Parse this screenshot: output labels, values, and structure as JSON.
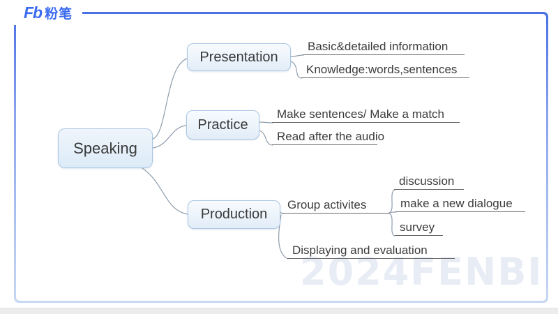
{
  "brand": {
    "logo_mark": "Fb",
    "logo_name": "粉笔"
  },
  "watermark_text": "2024FENBI",
  "colors": {
    "brand_blue": "#3b6bf0",
    "frame_border_top": "#4a71e3",
    "frame_border_bottom": "#c7d8f2",
    "node_border": "#abc6e3",
    "node_fill": "#e2edf8",
    "connector_line": "#8f9dab",
    "underline": "#6a6a6a",
    "text": "#3a3a3a",
    "watermark": "#e7ecf5"
  },
  "mindmap": {
    "root_label": "Speaking",
    "branches": [
      {
        "label": "Presentation",
        "leaves": [
          "Basic&detailed information",
          "Knowledge:words,sentences"
        ]
      },
      {
        "label": "Practice",
        "leaves": [
          "Make sentences/ Make a match",
          "Read after the audio"
        ]
      },
      {
        "label": "Production",
        "subtopics": [
          {
            "label": "Group activites",
            "leaves": [
              "discussion",
              "make a new dialogue",
              "survey"
            ]
          }
        ],
        "leaves": [
          "Displaying and evaluation"
        ]
      }
    ]
  }
}
